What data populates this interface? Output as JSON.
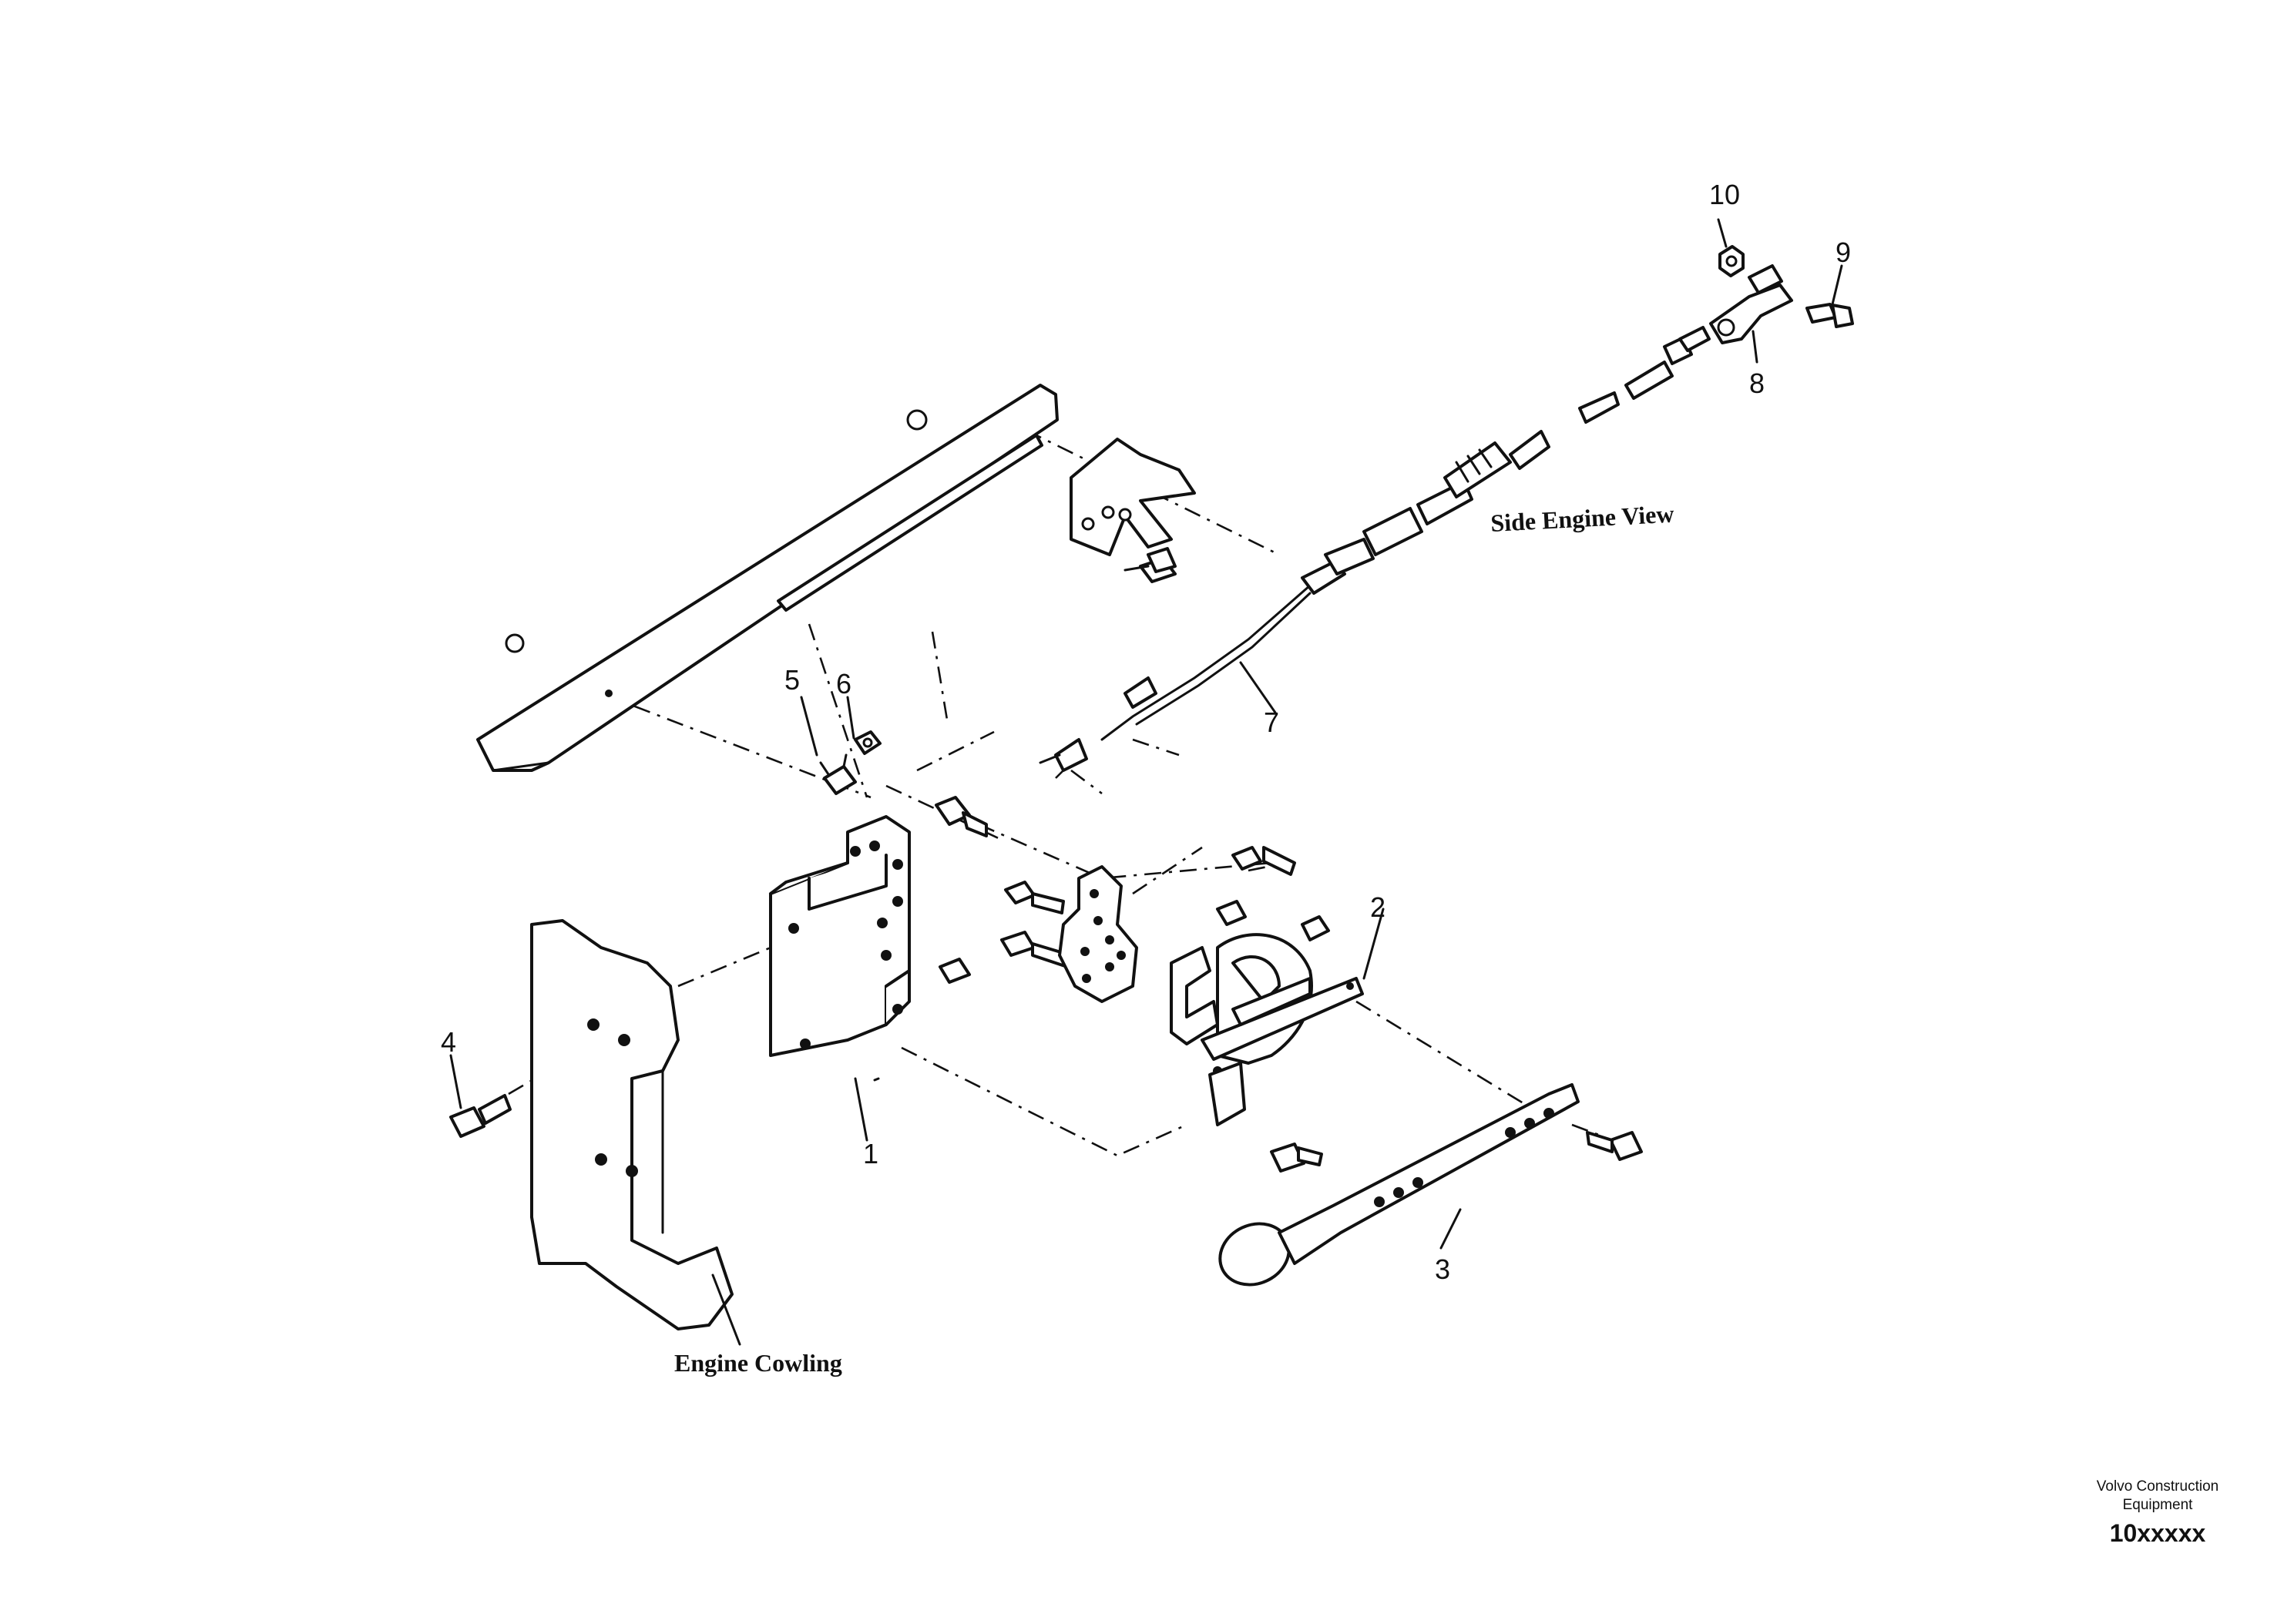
{
  "diagram": {
    "callouts": {
      "c1": "1",
      "c2": "2",
      "c3": "3",
      "c4": "4",
      "c5": "5",
      "c6": "6",
      "c7": "7",
      "c8": "8",
      "c9": "9",
      "c10": "10"
    },
    "labels": {
      "side_engine_view": "Side Engine View",
      "engine_cowling": "Engine Cowling"
    }
  },
  "footer": {
    "brand_line1": "Volvo Construction",
    "brand_line2": "Equipment",
    "code": "10xxxxx"
  }
}
